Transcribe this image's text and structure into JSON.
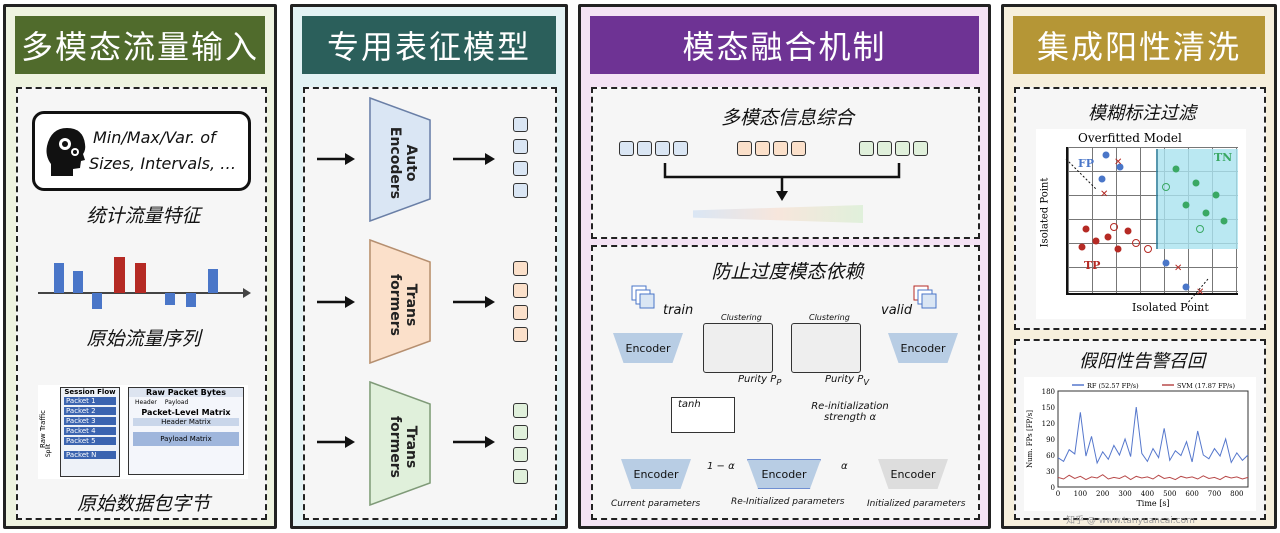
{
  "panels": {
    "p1": {
      "title": "多模态流量输入",
      "header_color": "#506b2c",
      "bg": "#eef3e0"
    },
    "p2": {
      "title": "专用表征模型",
      "header_color": "#2b5f5b",
      "bg": "#e3f2f4"
    },
    "p3": {
      "title": "模态融合机制",
      "header_color": "#6e3394",
      "bg": "#f4e3f4"
    },
    "p4": {
      "title": "集成阳性清洗",
      "header_color": "#b59636",
      "bg": "#f6efdc"
    }
  },
  "input": {
    "stat_box_line1": "Min/Max/Var. of",
    "stat_box_line2": "Sizes, Intervals, …",
    "stat_caption": "统计流量特征",
    "seq_caption": "原始流量序列",
    "bytes_caption": "原始数据包字节",
    "raw_traffic": "Raw Traffic",
    "split": "Split",
    "session_flow": "Session Flow",
    "packets": [
      "Packet 1",
      "Packet 2",
      "Packet 3",
      "Packet 4",
      "Packet 5",
      "Packet N"
    ],
    "raw_packet_bytes": "Raw Packet Bytes",
    "header": "Header",
    "payload": "Payload",
    "packet_level_matrix": "Packet-Level Matrix",
    "header_matrix": "Header Matrix",
    "payload_matrix": "Payload Matrix"
  },
  "models": {
    "m1": "Auto\nEncoders",
    "m2": "Trans\nformers",
    "m3": "Trans\nformers"
  },
  "fusion": {
    "info_title": "多模态信息综合",
    "prevent_title": "防止过度模态依赖",
    "train": "train",
    "valid": "valid",
    "clustering": "Clustering",
    "encoder": "Encoder",
    "purity_p": "Purity P",
    "purity_p_sub": "P",
    "purity_v": "Purity P",
    "purity_v_sub": "V",
    "tanh": "tanh",
    "reinit_strength": "Re-initialization strength α",
    "one_minus_alpha": "1 − α",
    "alpha": "α",
    "current_params": "Current parameters",
    "reinit_params": "Re-Initialized parameters",
    "init_params": "Initialized parameters"
  },
  "cleaning": {
    "fuzzy_title": "模糊标注过滤",
    "overfitted": "Overfitted Model",
    "fp": "FP",
    "tn": "TN",
    "tp": "TP",
    "isolated_point_y": "Isolated Point",
    "isolated_point_x": "Isolated Point",
    "recall_title": "假阳性告警召回",
    "legend_rf": "RF (52.57 FP/s)",
    "legend_svm": "SVM (17.87 FP/s)",
    "ylabel": "Num. FPs [FP/s]",
    "xlabel": "Time [s]",
    "watermark": "知乎 @ www.tanyuancai.com"
  },
  "colors": {
    "blue": "#4a76c8",
    "red": "#b52a24",
    "green": "#3aa864",
    "trap_blue": "#dae6f4",
    "trap_orange": "#fbe0ca",
    "trap_green": "#e0f0db"
  },
  "chart_data": {
    "type": "line",
    "legend": "top",
    "xlim": [
      0,
      850
    ],
    "ylim": [
      0,
      180
    ],
    "xticks": [
      "0",
      "100",
      "200",
      "300",
      "400",
      "500",
      "600",
      "700",
      "800"
    ],
    "yticks": [
      "0",
      "30",
      "60",
      "90",
      "120",
      "150",
      "180"
    ],
    "xlabel": "Time [s]",
    "ylabel": "Num. FPs [FP/s]",
    "series": [
      {
        "name": "RF (52.57 FP/s)",
        "color": "#5577cc",
        "x": [
          0,
          25,
          50,
          75,
          100,
          125,
          150,
          175,
          200,
          225,
          250,
          275,
          300,
          325,
          350,
          375,
          400,
          425,
          450,
          475,
          500,
          525,
          550,
          575,
          600,
          625,
          650,
          675,
          700,
          725,
          750,
          775,
          800,
          825,
          850
        ],
        "values": [
          55,
          48,
          70,
          62,
          140,
          58,
          95,
          45,
          66,
          52,
          78,
          60,
          90,
          57,
          150,
          63,
          48,
          72,
          55,
          110,
          50,
          68,
          59,
          85,
          47,
          105,
          60,
          53,
          72,
          58,
          90,
          46,
          64,
          50,
          60
        ]
      },
      {
        "name": "SVM (17.87 FP/s)",
        "color": "#b84a4a",
        "x": [
          0,
          25,
          50,
          75,
          100,
          125,
          150,
          175,
          200,
          225,
          250,
          275,
          300,
          325,
          350,
          375,
          400,
          425,
          450,
          475,
          500,
          525,
          550,
          575,
          600,
          625,
          650,
          675,
          700,
          725,
          750,
          775,
          800,
          825,
          850
        ],
        "values": [
          18,
          15,
          22,
          16,
          20,
          14,
          19,
          17,
          23,
          15,
          18,
          16,
          21,
          14,
          20,
          17,
          19,
          15,
          22,
          16,
          18,
          14,
          20,
          17,
          19,
          15,
          21,
          16,
          18,
          14,
          20,
          17,
          19,
          15,
          18
        ]
      }
    ]
  }
}
